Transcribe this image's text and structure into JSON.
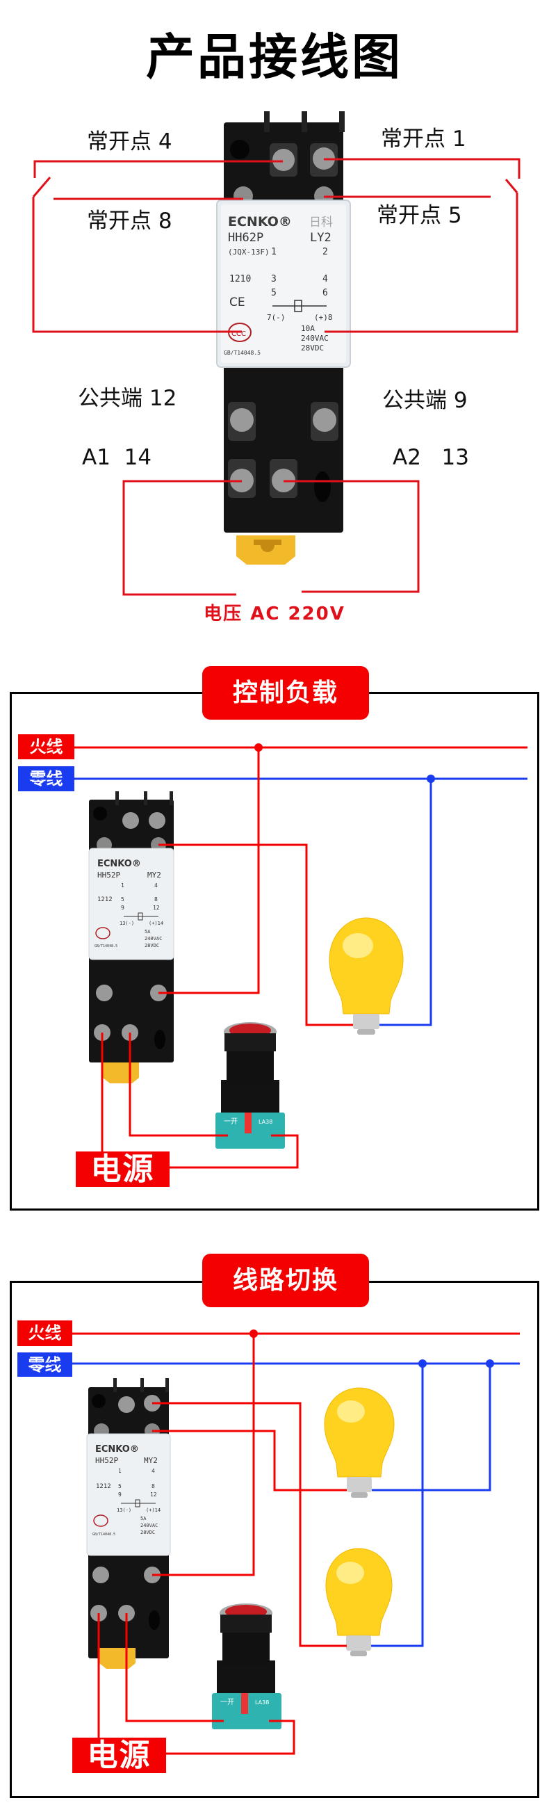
{
  "header": {
    "title": "产品接线图"
  },
  "product_diagram": {
    "labels": {
      "no4": "常开点 4",
      "no1": "常开点 1",
      "no8": "常开点 8",
      "no5": "常开点 5",
      "com12": "公共端 12",
      "com9": "公共端 9",
      "a1": "A1  14",
      "a2": "A2   13"
    },
    "voltage": "电压 AC 220V",
    "relay": {
      "brand": "ECNKO®",
      "brand_cn": "日科",
      "model": "HH62P",
      "type": "LY2",
      "alt_model": "(JQX-13F)",
      "code": "1210",
      "pins": [
        "1",
        "2",
        "3",
        "4",
        "5",
        "6",
        "7(-)",
        "(+)8"
      ],
      "rating": [
        "10A",
        "240VAC",
        "28VDC"
      ],
      "standard": "GB/T14048.5",
      "ce": "CE",
      "ccc": "CCC"
    },
    "wire_color": "#e0101a"
  },
  "sections": [
    {
      "title": "控制负载",
      "live_label": "火线",
      "neutral_label": "零线",
      "power_label": "电源",
      "lamps": 1
    },
    {
      "title": "线路切换",
      "live_label": "火线",
      "neutral_label": "零线",
      "power_label": "电源",
      "lamps": 2
    }
  ],
  "small_relay": {
    "brand": "ECNKO®",
    "model": "HH52P",
    "type": "MY2",
    "code": "1212",
    "pins": [
      "1",
      "4",
      "5",
      "8",
      "9",
      "12",
      "13(-)",
      "(+)14"
    ],
    "rating": [
      "5A",
      "240VAC",
      "28VDC"
    ],
    "standard": "GB/T14048.5"
  },
  "push_button": {
    "marking": "一开",
    "model": "LA38"
  },
  "colors": {
    "live": "#f50000",
    "neutral": "#1a3cf0",
    "badge": "#f50000",
    "bulb": "#ffd21f"
  }
}
